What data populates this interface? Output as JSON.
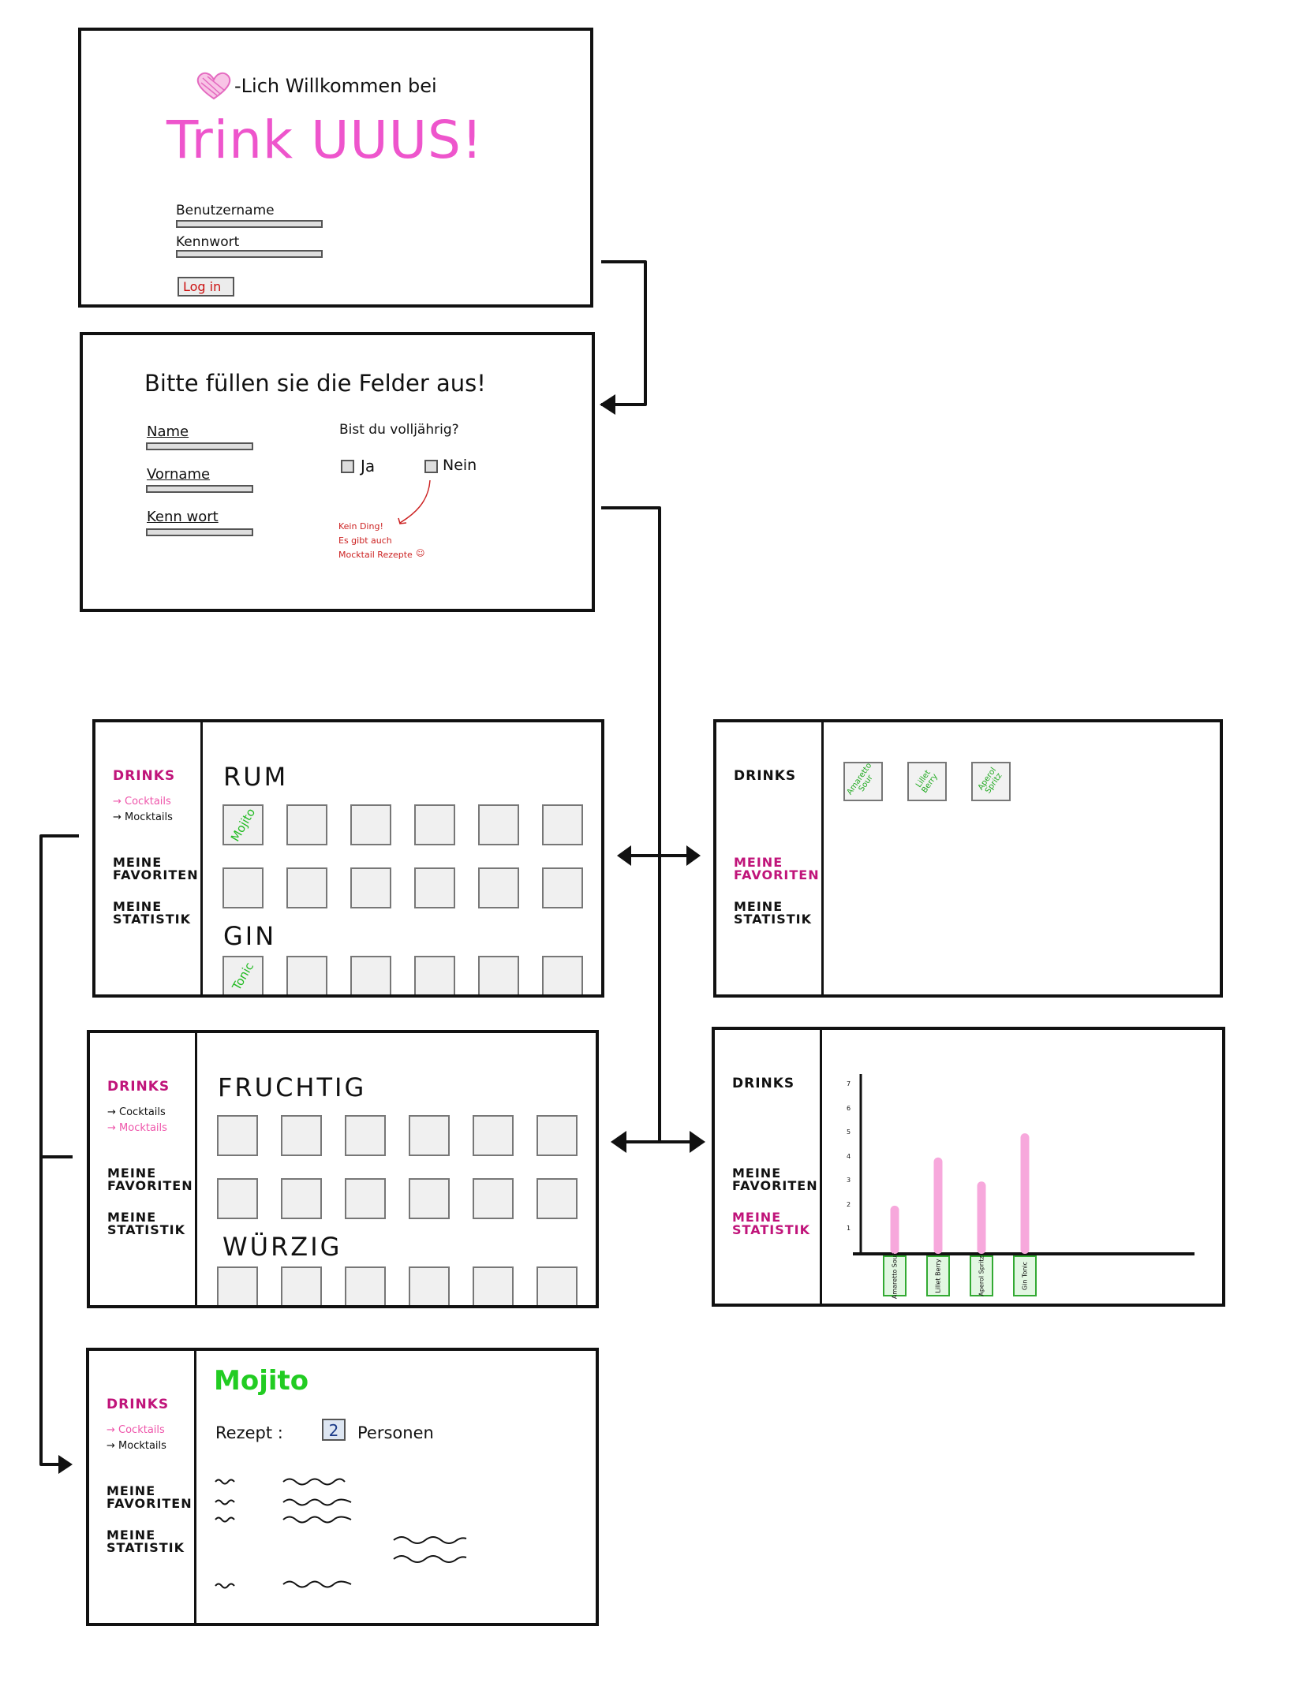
{
  "login": {
    "greeting": "-Lich Willkommen bei",
    "brand": "Trink UUUS!",
    "username_label": "Benutzername",
    "password_label": "Kennwort",
    "login_button": "Log in"
  },
  "signup": {
    "heading": "Bitte füllen sie die Felder aus!",
    "name_label": "Name",
    "firstname_label": "Vorname",
    "password_label": "Kenn wort",
    "adult_question": "Bist du volljährig?",
    "yes_label": "Ja",
    "no_label": "Nein",
    "note_line1": "Kein Ding!",
    "note_line2": "Es gibt auch",
    "note_line3": "Mocktail Rezepte"
  },
  "sidebar": {
    "drinks": "DRINKS",
    "cocktails": "→ Cocktails",
    "mocktails": "→ Mocktails",
    "favorites_1": "MEINE",
    "favorites_2": "FAVORITEN",
    "stats_1": "MEINE",
    "stats_2": "STATISTIK"
  },
  "cocktails_screen": {
    "section1": "RUM",
    "section2": "GIN",
    "tile_mojito": "Mojito",
    "tile_tonic": "Tonic"
  },
  "mocktails_screen": {
    "section1": "FRUCHTIG",
    "section2": "WÜRZIG"
  },
  "recipe_screen": {
    "title": "Mojito",
    "recipe_label": "Rezept :",
    "servings_value": "2",
    "servings_label": "Personen"
  },
  "favorites_screen": {
    "tiles": [
      "Amaretto\nSour",
      "Lillet\nBerry",
      "Aperol\nSpritz"
    ]
  },
  "colors": {
    "brand_pink": "#ee55cc",
    "nav_active": "#c0147a",
    "drink_green": "#22bb22",
    "note_red": "#cc2222",
    "bar_pink": "#f7a8dc"
  },
  "chart_data": {
    "type": "bar",
    "categories": [
      "Amaretto Sour",
      "Lillet Berry",
      "Aperol Spritz",
      "Gin Tonic"
    ],
    "values": [
      2,
      4,
      3,
      5
    ],
    "ytick_labels": [
      "1",
      "2",
      "3",
      "4",
      "5",
      "6",
      "7"
    ],
    "ylim": [
      0,
      7
    ],
    "grid": false,
    "legend": "none"
  }
}
